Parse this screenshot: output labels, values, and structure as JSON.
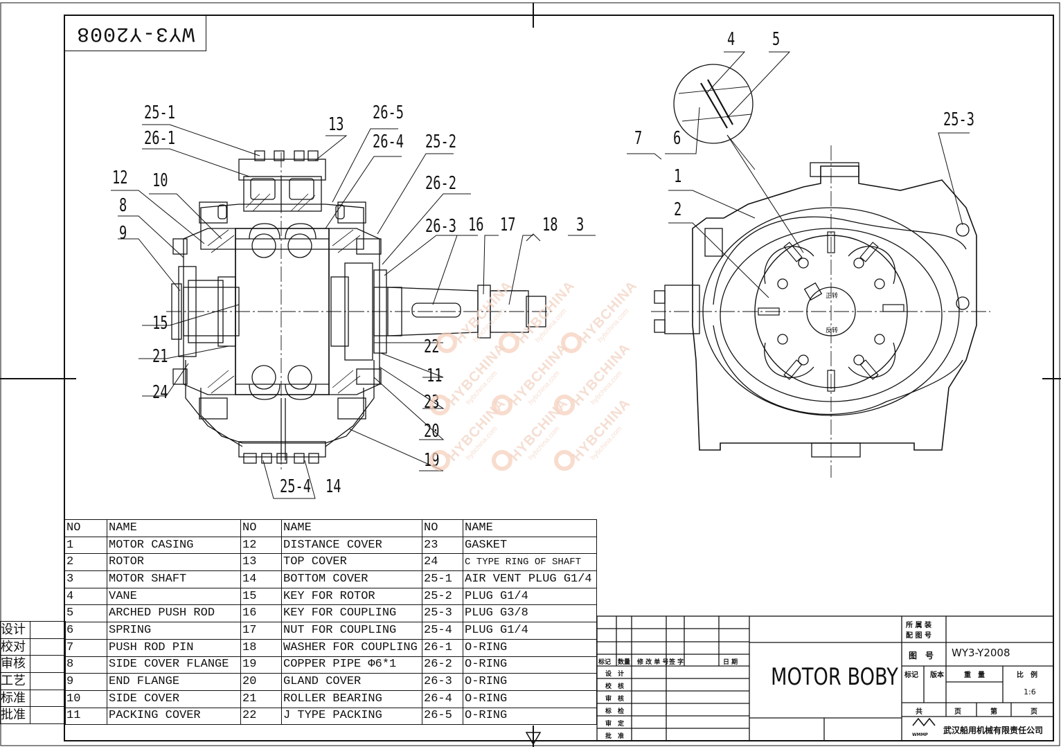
{
  "drawing": {
    "number_inverted": "WY3-Y2008",
    "callouts_left": [
      "25-1",
      "26-1",
      "13",
      "26-5",
      "26-4",
      "25-2",
      "26-2",
      "12",
      "10",
      "8",
      "9",
      "26-3",
      "16",
      "17",
      "18",
      "3",
      "15",
      "21",
      "24",
      "22",
      "11",
      "23",
      "20",
      "19",
      "25-4",
      "14"
    ],
    "callouts_right": [
      "4",
      "5",
      "7",
      "6",
      "1",
      "2",
      "25-3"
    ],
    "rotor_marks": [
      "正转",
      "反转"
    ]
  },
  "parts_table": {
    "headers": [
      "NO",
      "NAME",
      "NO",
      "NAME",
      "NO",
      "NAME"
    ],
    "rows": [
      [
        "1",
        "MOTOR CASING",
        "12",
        "DISTANCE COVER",
        "23",
        "GASKET"
      ],
      [
        "2",
        "ROTOR",
        "13",
        "TOP COVER",
        "24",
        "C TYPE RING OF SHAFT"
      ],
      [
        "3",
        "MOTOR SHAFT",
        "14",
        "BOTTOM COVER",
        "25-1",
        "AIR VENT PLUG G1/4"
      ],
      [
        "4",
        "VANE",
        "15",
        "KEY FOR ROTOR",
        "25-2",
        "PLUG G1/4"
      ],
      [
        "5",
        "ARCHED PUSH ROD",
        "16",
        "KEY FOR COUPLING",
        "25-3",
        "PLUG G3/8"
      ],
      [
        "6",
        "SPRING",
        "17",
        "NUT FOR COUPLING",
        "25-4",
        "PLUG G1/4"
      ],
      [
        "7",
        "PUSH ROD PIN",
        "18",
        "WASHER FOR COUPLING",
        "26-1",
        "O-RING"
      ],
      [
        "8",
        "SIDE COVER FLANGE",
        "19",
        "COPPER PIPE Φ6*1",
        "26-2",
        "O-RING"
      ],
      [
        "9",
        "END FLANGE",
        "20",
        "GLAND COVER",
        "26-3",
        "O-RING"
      ],
      [
        "10",
        "SIDE COVER",
        "21",
        "ROLLER BEARING",
        "26-4",
        "O-RING"
      ],
      [
        "11",
        "PACKING COVER",
        "22",
        "J TYPE PACKING",
        "26-5",
        "O-RING"
      ]
    ]
  },
  "sign_block": {
    "rows": [
      "设计",
      "校对",
      "审核",
      "工艺",
      "标准",
      "批准"
    ]
  },
  "title_block": {
    "title": "MOTOR BOBY",
    "drawing_no_label": "图　号",
    "drawing_no": "WY3-Y2008",
    "assembly_label_1": "所 属 装",
    "assembly_label_2": "配 图 号",
    "revision_headers": [
      "标记",
      "数量",
      "修 改 单 号",
      "签 字",
      "日 期"
    ],
    "left_rows": [
      "设　计",
      "校　核",
      "审　核",
      "标　检",
      "审　定",
      "批　准"
    ],
    "mark_label": "标记",
    "version_label": "版本",
    "weight_label": "重　量",
    "scale_label": "比　例",
    "scale_value": "1:6",
    "total_label": "共",
    "page_label": "页",
    "nth_label": "第",
    "page_label2": "页",
    "company_logo": "WMMP",
    "company": "武汉船用机械有限责任公司"
  },
  "watermark": {
    "brand": "HYBCHINA",
    "site": "hybchina.com"
  }
}
